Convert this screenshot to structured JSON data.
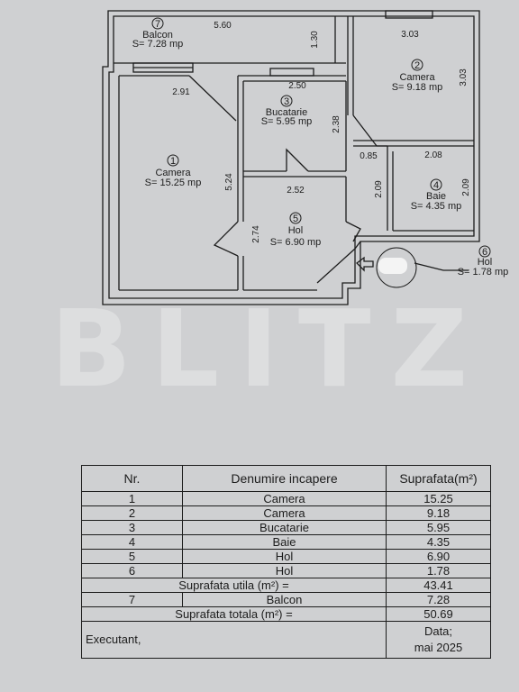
{
  "rooms": [
    {
      "no": "1",
      "name": "Camera",
      "area_text": "S= 15.25 mp"
    },
    {
      "no": "2",
      "name": "Camera",
      "area_text": "S= 9.18 mp"
    },
    {
      "no": "3",
      "name": "Bucatarie",
      "area_text": "S= 5.95 mp"
    },
    {
      "no": "4",
      "name": "Baie",
      "area_text": "S= 4.35 mp"
    },
    {
      "no": "5",
      "name": "Hol",
      "area_text": "S= 6.90 mp"
    },
    {
      "no": "6",
      "name": "Hol",
      "area_text": "S= 1.78 mp"
    },
    {
      "no": "7",
      "name": "Balcon",
      "area_text": "S= 7.28 mp"
    }
  ],
  "dimensions": {
    "balcony_width": "5.60",
    "balcony_depth": "1.30",
    "room2_width": "3.03",
    "room2_depth": "3.03",
    "room1_width": "2.91",
    "room1_depth": "5.24",
    "kitchen_width": "2.50",
    "kitchen_depth": "2.38",
    "hall_width": "2.52",
    "hall_depth": "2.74",
    "hall6_width": "0.85",
    "hall6_depth": "2.09",
    "bath_width": "2.08",
    "bath_depth": "2.09"
  },
  "watermark": "BLITZ",
  "table": {
    "headers": {
      "nr": "Nr.",
      "name": "Denumire incapere",
      "area": "Suprafata(m²)"
    },
    "rows": [
      {
        "nr": "1",
        "name": "Camera",
        "area": "15.25"
      },
      {
        "nr": "2",
        "name": "Camera",
        "area": "9.18"
      },
      {
        "nr": "3",
        "name": "Bucatarie",
        "area": "5.95"
      },
      {
        "nr": "4",
        "name": "Baie",
        "area": "4.35"
      },
      {
        "nr": "5",
        "name": "Hol",
        "area": "6.90"
      },
      {
        "nr": "6",
        "name": "Hol",
        "area": "1.78"
      }
    ],
    "useful_label": "Suprafata utila (m²) =",
    "useful_value": "43.41",
    "balcony_row": {
      "nr": "7",
      "name": "Balcon",
      "area": "7.28"
    },
    "total_label": "Suprafata totala (m²) =",
    "total_value": "50.69",
    "executant_label": "Executant,",
    "date_label": "Data;",
    "date_value": "mai 2025"
  }
}
